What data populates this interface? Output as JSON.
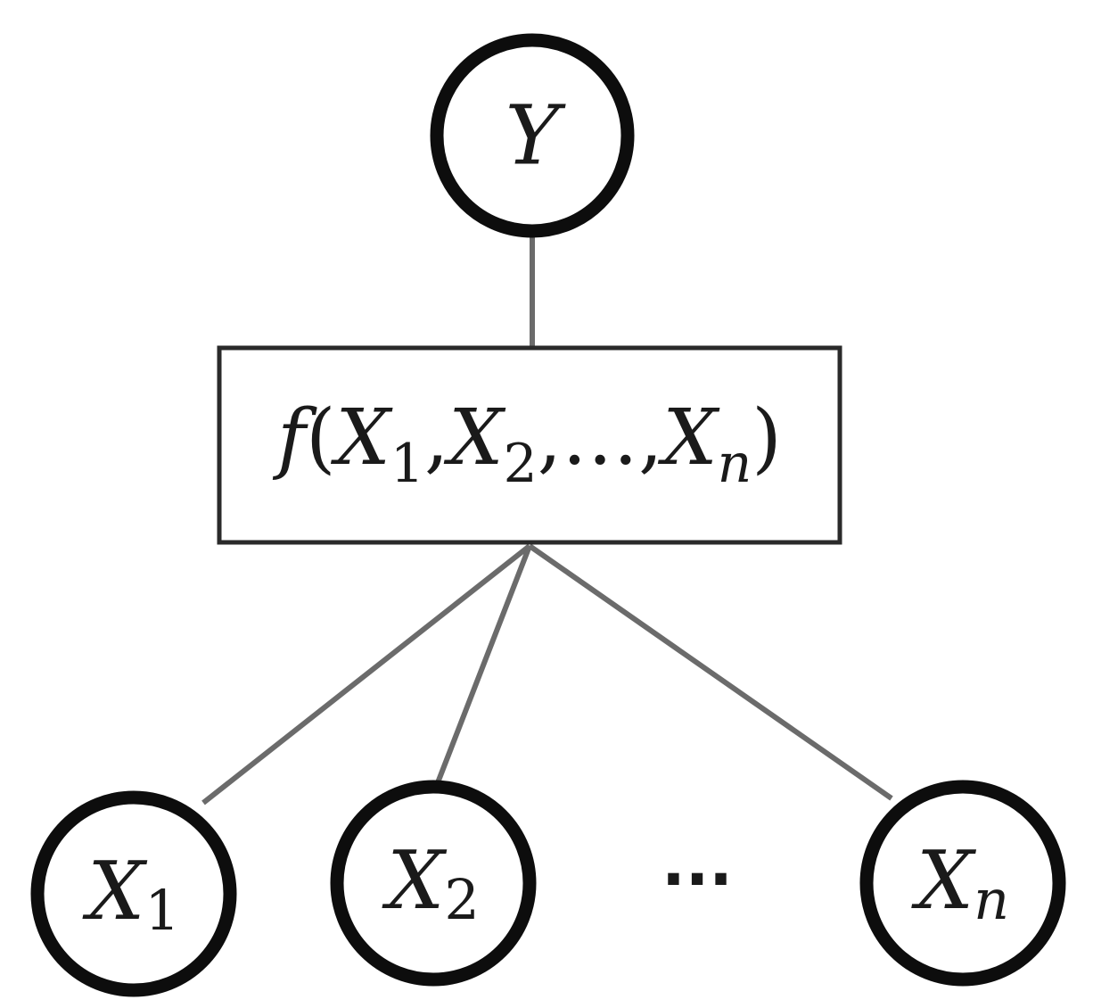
{
  "diagram": {
    "root": {
      "var": "Y",
      "sub": ""
    },
    "factor": {
      "func": "f",
      "open": "(",
      "args": [
        {
          "var": "X",
          "sub": "1",
          "sep": ","
        },
        {
          "var": "X",
          "sub": "2",
          "sep": ",",
          "dots": "…",
          "sep2": ","
        },
        {
          "var": "X",
          "sub": "n",
          "sep": ""
        }
      ],
      "close": ")"
    },
    "children": [
      {
        "var": "X",
        "sub": "1"
      },
      {
        "var": "X",
        "sub": "2"
      },
      {
        "var": "X",
        "sub": "n"
      }
    ],
    "ellipsis": "···",
    "colors": {
      "node_stroke": "#0d0d0d",
      "edge": "#6b6b6b",
      "box_stroke": "#2a2a2a",
      "text": "#1a1a1a"
    }
  }
}
